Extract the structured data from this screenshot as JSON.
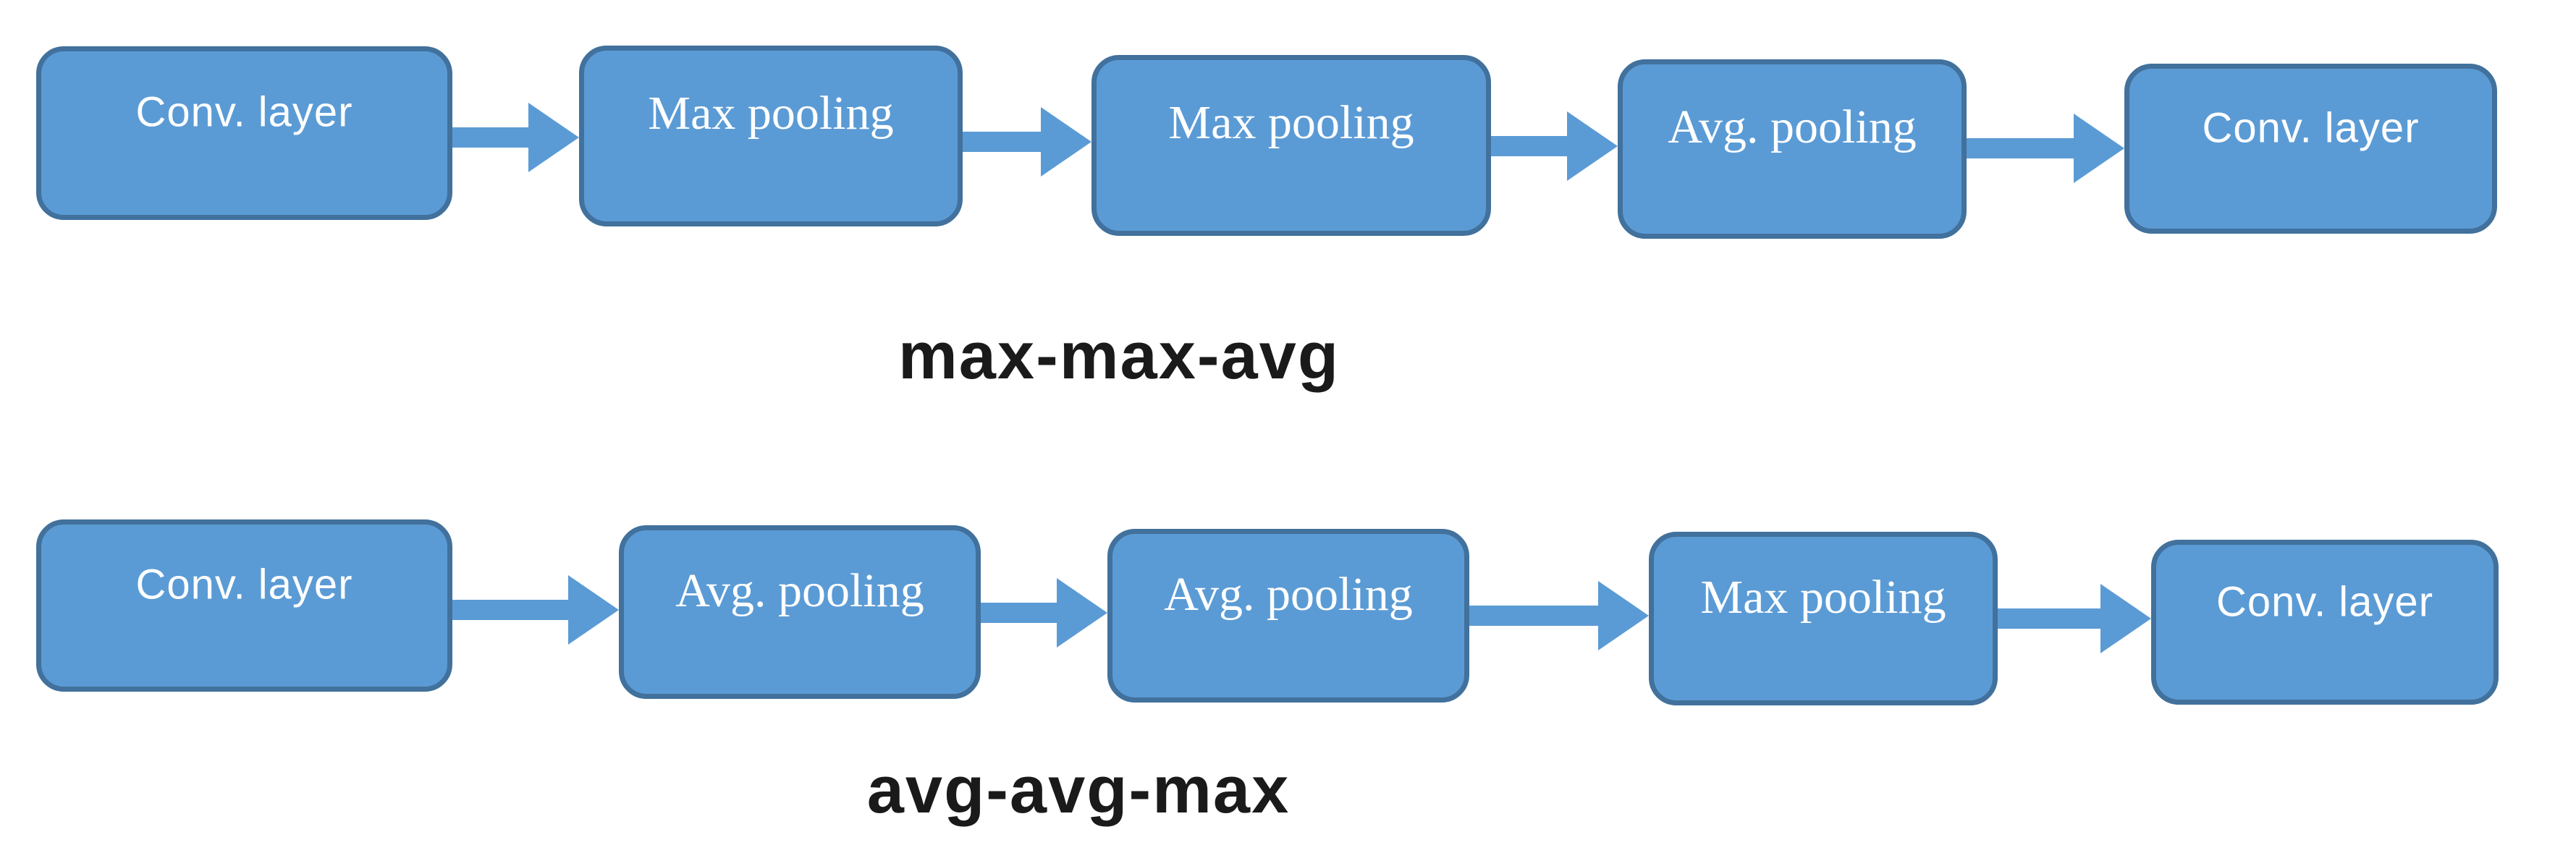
{
  "page": {
    "background": "#FFFFFF"
  },
  "diagram": {
    "colors": {
      "box_fill": "#5B9BD5",
      "box_border": "#41719C",
      "arrow": "#5B9BD5",
      "box_text": "#FFFFFF",
      "caption_text": "#1A1A1A"
    },
    "rows": [
      {
        "caption": "max-max-avg",
        "boxes": [
          {
            "label": "Conv. layer"
          },
          {
            "label": "Max pooling"
          },
          {
            "label": "Max pooling"
          },
          {
            "label": "Avg. pooling"
          },
          {
            "label": "Conv. layer"
          }
        ]
      },
      {
        "caption": "avg-avg-max",
        "boxes": [
          {
            "label": "Conv. layer"
          },
          {
            "label": "Avg. pooling"
          },
          {
            "label": "Avg. pooling"
          },
          {
            "label": "Max pooling"
          },
          {
            "label": "Conv. layer"
          }
        ]
      }
    ]
  }
}
